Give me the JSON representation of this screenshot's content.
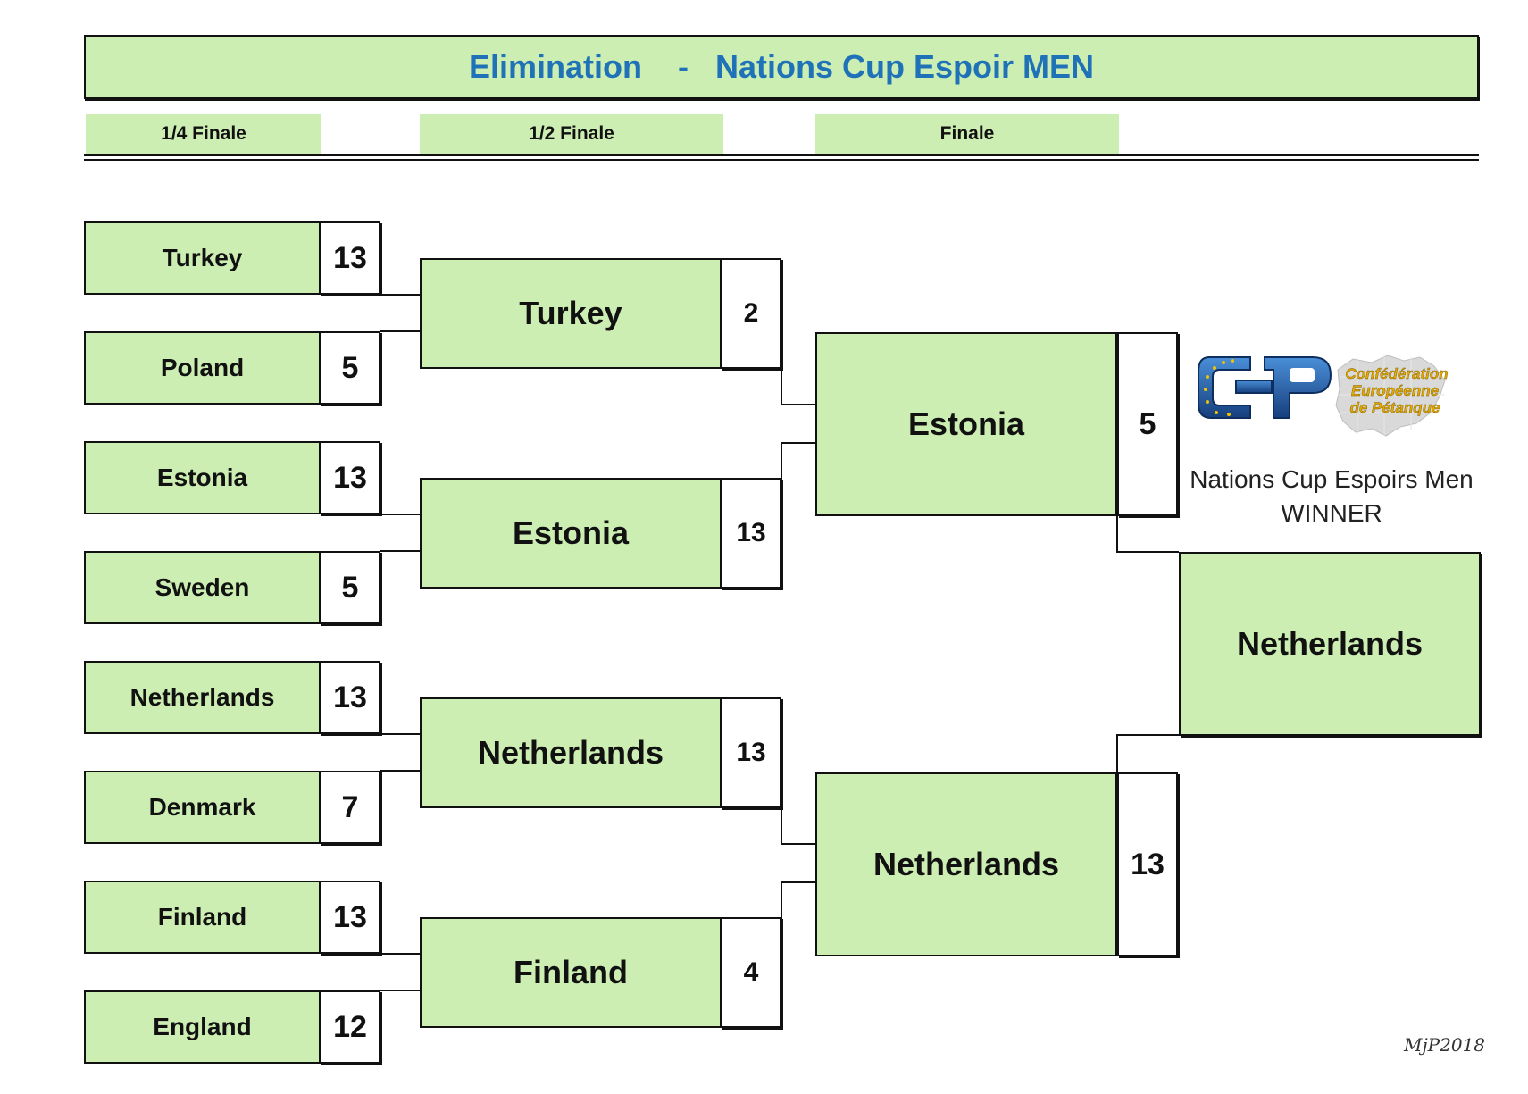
{
  "header": {
    "title": "Elimination    -   Nations Cup Espoir MEN"
  },
  "rounds": [
    {
      "label": "1/4 Finale"
    },
    {
      "label": "1/2 Finale"
    },
    {
      "label": "Finale"
    }
  ],
  "quarterfinals": [
    {
      "team": "Turkey",
      "score": "13"
    },
    {
      "team": "Poland",
      "score": "5"
    },
    {
      "team": "Estonia",
      "score": "13"
    },
    {
      "team": "Sweden",
      "score": "5"
    },
    {
      "team": "Netherlands",
      "score": "13"
    },
    {
      "team": "Denmark",
      "score": "7"
    },
    {
      "team": "Finland",
      "score": "13"
    },
    {
      "team": "England",
      "score": "12"
    }
  ],
  "semifinals": [
    {
      "team": "Turkey",
      "score": "2"
    },
    {
      "team": "Estonia",
      "score": "13"
    },
    {
      "team": "Netherlands",
      "score": "13"
    },
    {
      "team": "Finland",
      "score": "4"
    }
  ],
  "final": [
    {
      "team": "Estonia",
      "score": "5"
    },
    {
      "team": "Netherlands",
      "score": "13"
    }
  ],
  "winner": {
    "caption_line1": "Nations Cup Espoirs Men",
    "caption_line2": "WINNER",
    "team": "Netherlands"
  },
  "logo": {
    "letters": "CEP",
    "line1": "Confédération",
    "line2": "Européenne",
    "line3": "de Pétanque",
    "colors": {
      "blue": "#1f5fae",
      "gold": "#e0a800"
    }
  },
  "credit": "MjP2018",
  "colors": {
    "fill": "#cdeeb2",
    "title_text": "#1f72b8",
    "border": "#111111"
  }
}
